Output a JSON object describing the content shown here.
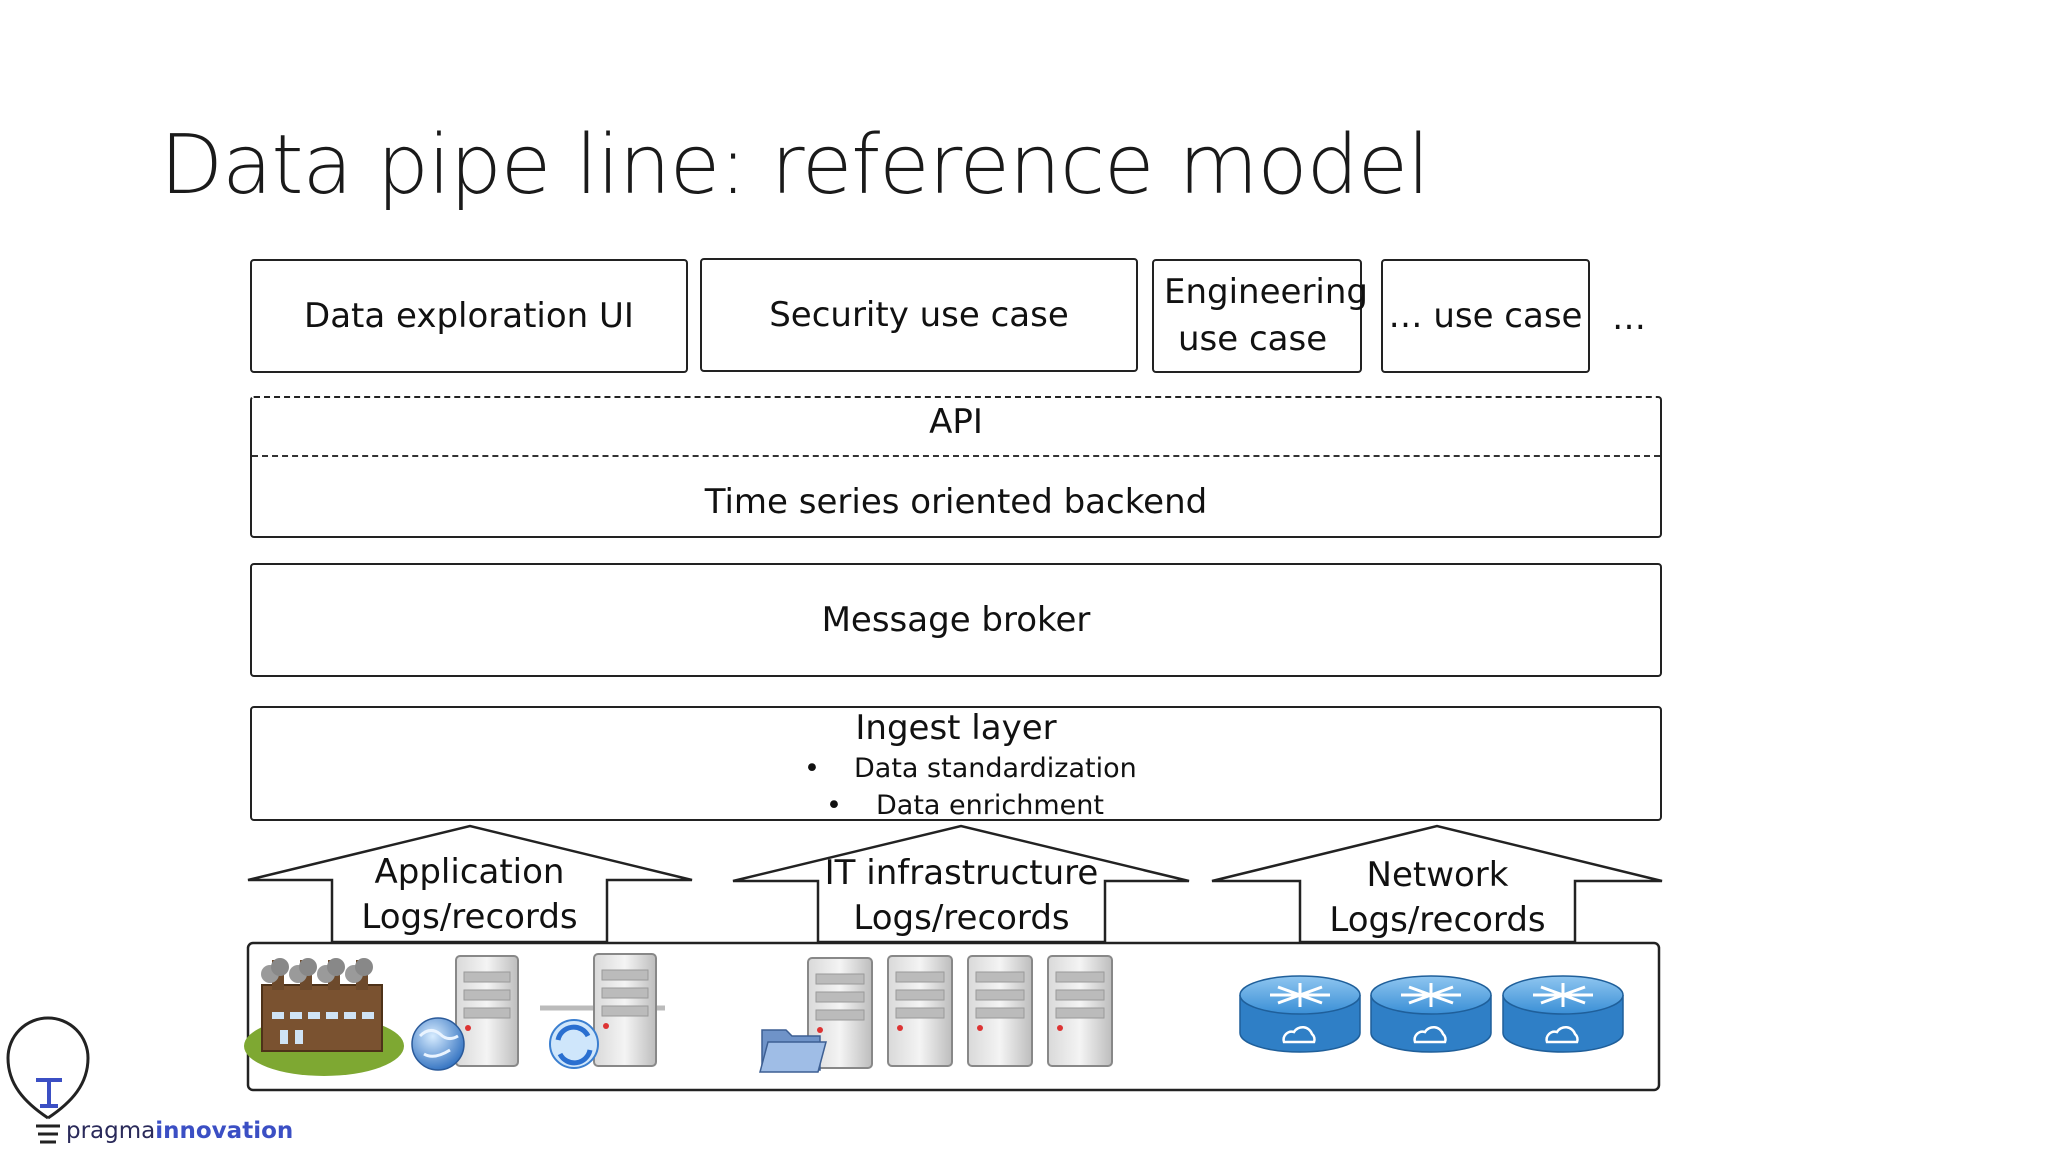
{
  "slide": {
    "title": "Data pipe line: reference model"
  },
  "use_cases": {
    "data_exploration": "Data exploration UI",
    "security": "Security use case",
    "engineering_line1": "Engineering",
    "engineering_line2": "use case",
    "generic": "… use case",
    "more": "…"
  },
  "layers": {
    "api": "API",
    "backend": "Time series oriented backend",
    "broker": "Message broker",
    "ingest_title": "Ingest layer",
    "ingest_bullets": [
      "Data standardization",
      "Data enrichment"
    ],
    "bullet_char": "•"
  },
  "sources": {
    "application_line1": "Application",
    "application_line2": "Logs/records",
    "it_line1": "IT infrastructure",
    "it_line2": "Logs/records",
    "network_line1": "Network",
    "network_line2": "Logs/records"
  },
  "icons": {
    "application_group": [
      "factory-icon",
      "web-server-icon",
      "sync-server-icon"
    ],
    "it_group": [
      "file-server-icon",
      "server-icon",
      "server-icon",
      "server-icon"
    ],
    "network_group": [
      "router-icon",
      "router-icon",
      "router-icon"
    ]
  },
  "logo": {
    "part1": "pragma",
    "part2": "innovation"
  },
  "colors": {
    "router_blue": "#3a8fd6",
    "factory_brown": "#7a5230",
    "grass_green": "#7ea832",
    "logo_blue": "#3b4fc4"
  }
}
